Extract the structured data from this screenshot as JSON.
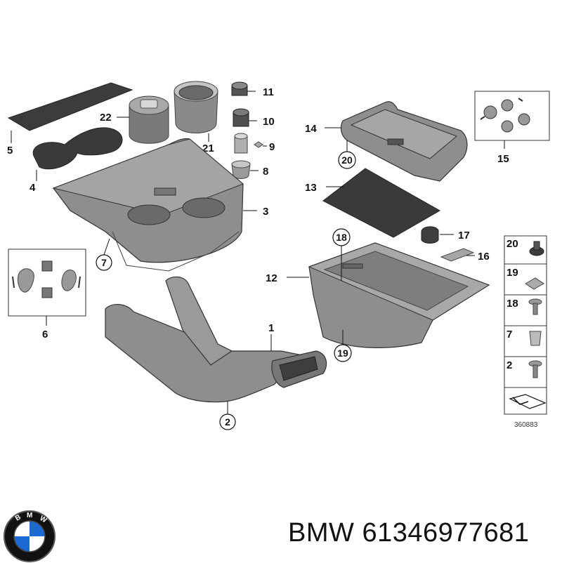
{
  "caption": {
    "brand": "BMW",
    "part_number": "61346977681"
  },
  "reference_code": "360883",
  "logo": {
    "letters": "BMW"
  },
  "colors": {
    "part_fill": "#8e8e8e",
    "part_dark": "#5e5e5e",
    "part_light": "#b9b9b9",
    "mat_fill": "#3c3c3c",
    "logo_blue": "#1c69d4"
  },
  "callouts": {
    "c1": "1",
    "c2": "2",
    "c3": "3",
    "c4": "4",
    "c5": "5",
    "c6": "6",
    "c7": "7",
    "c8": "8",
    "c9": "9",
    "c10": "10",
    "c11": "11",
    "c12": "12",
    "c13": "13",
    "c14": "14",
    "c15": "15",
    "c16": "16",
    "c17": "17",
    "c18": "18",
    "c19": "19",
    "c20": "20",
    "c21": "21",
    "c22": "22"
  },
  "legend": [
    "20",
    "19",
    "18",
    "7",
    "2"
  ]
}
